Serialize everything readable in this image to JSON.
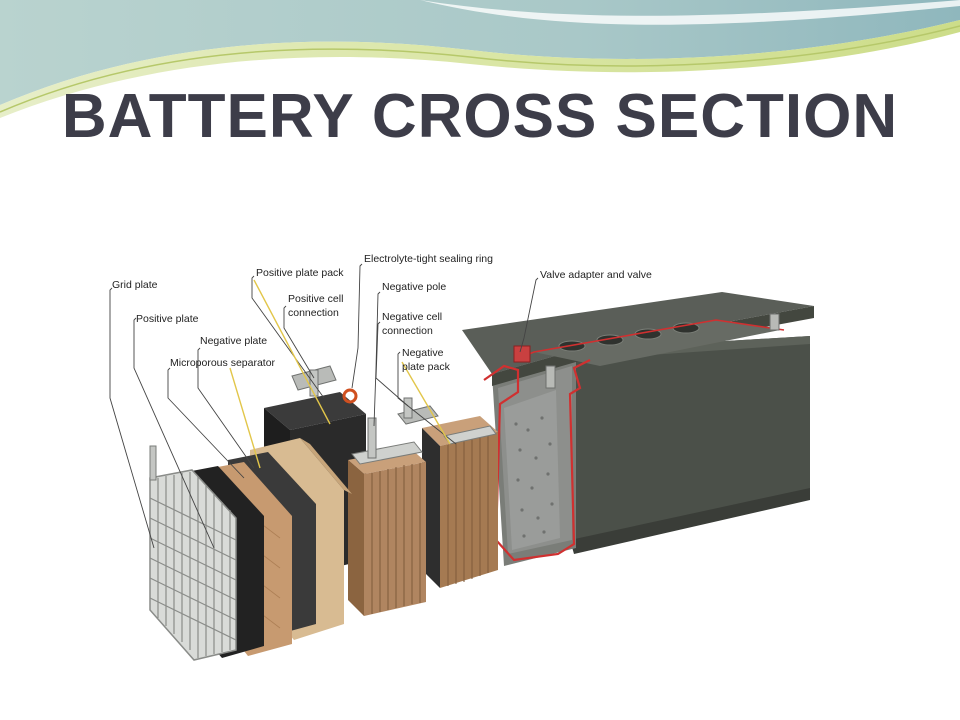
{
  "slide": {
    "title": "BATTERY CROSS SECTION"
  },
  "figure": {
    "labels": {
      "grid_plate": "Grid plate",
      "positive_plate": "Positive plate",
      "negative_plate": "Negative plate",
      "microporous_separator": "Microporous separator",
      "positive_plate_pack": "Positive plate pack",
      "positive_cell_connection_1": "Positive cell",
      "positive_cell_connection_2": "connection",
      "electrolyte_sealing_ring": "Electrolyte-tight sealing ring",
      "negative_pole": "Negative pole",
      "negative_cell_connection_1": "Negative cell",
      "negative_cell_connection_2": "connection",
      "negative_plate_pack_1": "Negative",
      "negative_plate_pack_2": "plate pack",
      "valve_adapter": "Valve adapter and valve"
    }
  },
  "colors": {
    "title": "#3d3d49",
    "banner_teal": "#9fc3c4",
    "banner_lime": "#cfe08a",
    "case_dark": "#4a4f48",
    "plate_brown": "#b08560",
    "seal_red": "#d03030"
  }
}
